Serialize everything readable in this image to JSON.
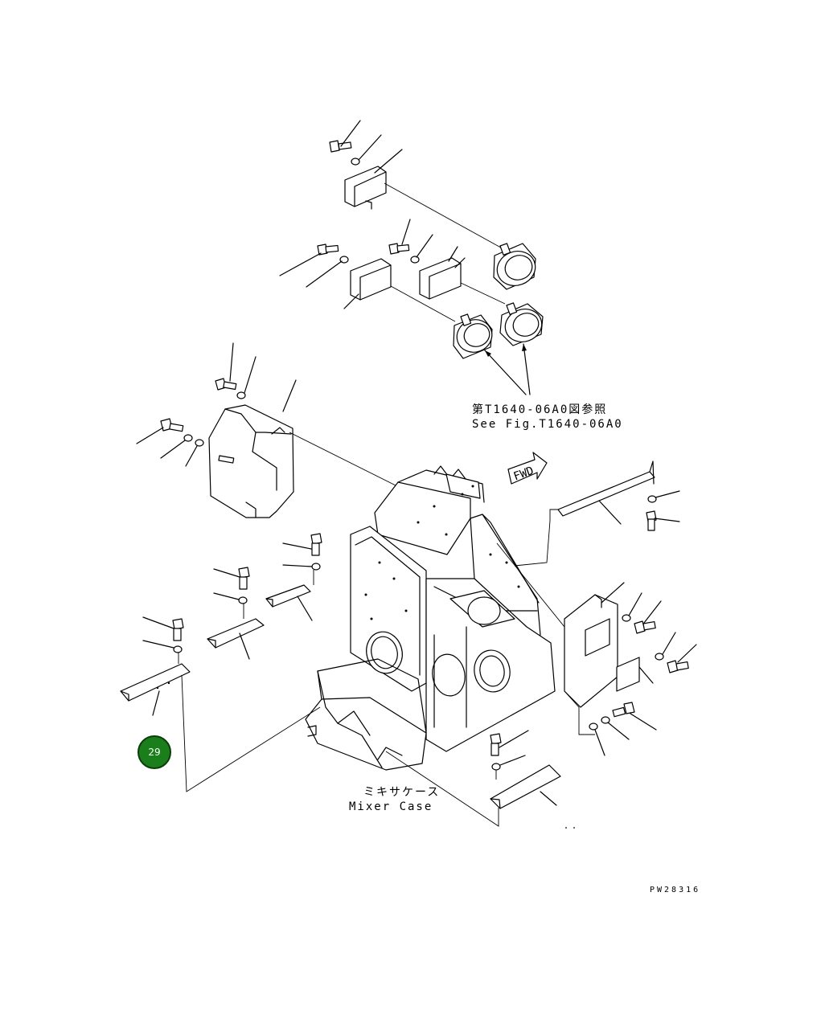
{
  "reference_note": {
    "japanese": "第T1640-06A0図参照",
    "english": "See Fig.T1640-06A0"
  },
  "main_assembly": {
    "japanese": "ミキサケース",
    "english": "Mixer Case"
  },
  "direction_arrow": "FWD",
  "drawing_code": "PW28316",
  "page_badge": "29",
  "colors": {
    "line": "#000000",
    "badge": "#1a7f1a"
  }
}
